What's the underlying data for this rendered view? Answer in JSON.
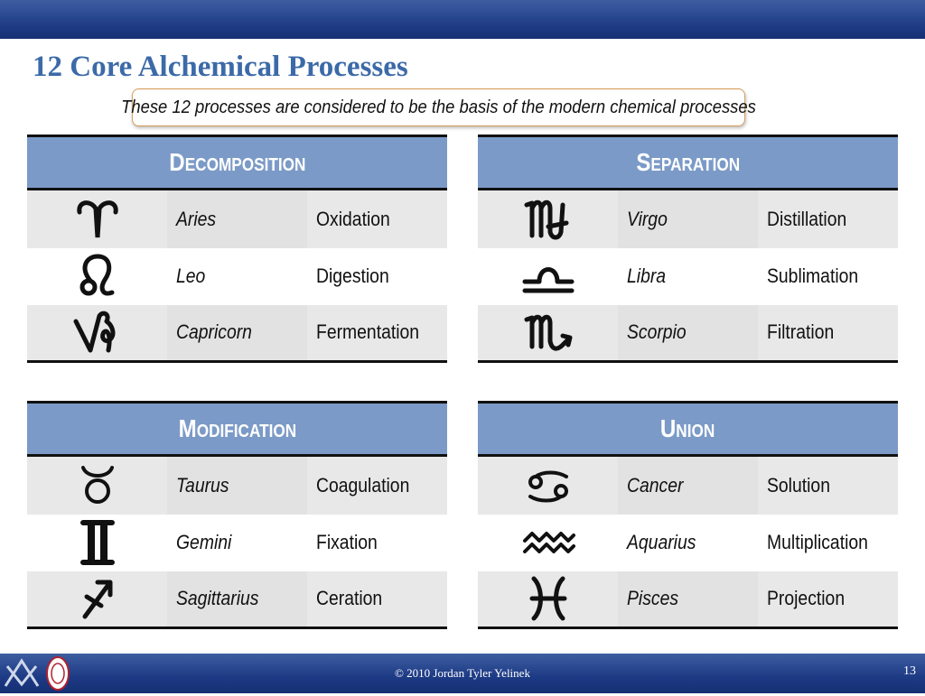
{
  "title": "12 Core Alchemical Processes",
  "callout": "These 12 processes are considered to be the basis of the modern chemical processes",
  "groups": [
    {
      "name": "Decomposition",
      "rows": [
        {
          "icon": "aries-icon",
          "sign": "Aries",
          "process": "Oxidation"
        },
        {
          "icon": "leo-icon",
          "sign": "Leo",
          "process": "Digestion"
        },
        {
          "icon": "capricorn-icon",
          "sign": "Capricorn",
          "process": "Fermentation"
        }
      ]
    },
    {
      "name": "Separation",
      "rows": [
        {
          "icon": "virgo-icon",
          "sign": "Virgo",
          "process": "Distillation"
        },
        {
          "icon": "libra-icon",
          "sign": "Libra",
          "process": "Sublimation"
        },
        {
          "icon": "scorpio-icon",
          "sign": "Scorpio",
          "process": "Filtration"
        }
      ]
    },
    {
      "name": "Modification",
      "rows": [
        {
          "icon": "taurus-icon",
          "sign": "Taurus",
          "process": "Coagulation"
        },
        {
          "icon": "gemini-icon",
          "sign": "Gemini",
          "process": "Fixation"
        },
        {
          "icon": "sagittarius-icon",
          "sign": "Sagittarius",
          "process": "Ceration"
        }
      ]
    },
    {
      "name": "Union",
      "rows": [
        {
          "icon": "cancer-icon",
          "sign": "Cancer",
          "process": "Solution"
        },
        {
          "icon": "aquarius-icon",
          "sign": "Aquarius",
          "process": "Multiplication"
        },
        {
          "icon": "pisces-icon",
          "sign": "Pisces",
          "process": "Projection"
        }
      ]
    }
  ],
  "footer": "© 2010 Jordan Tyler Yelinek",
  "page_number": "13",
  "colors": {
    "header_blue": "#7b9ac7",
    "title_blue": "#3c6aa8",
    "bar_blue": "#1d3a84",
    "row_shade": "#e8e8e8"
  }
}
